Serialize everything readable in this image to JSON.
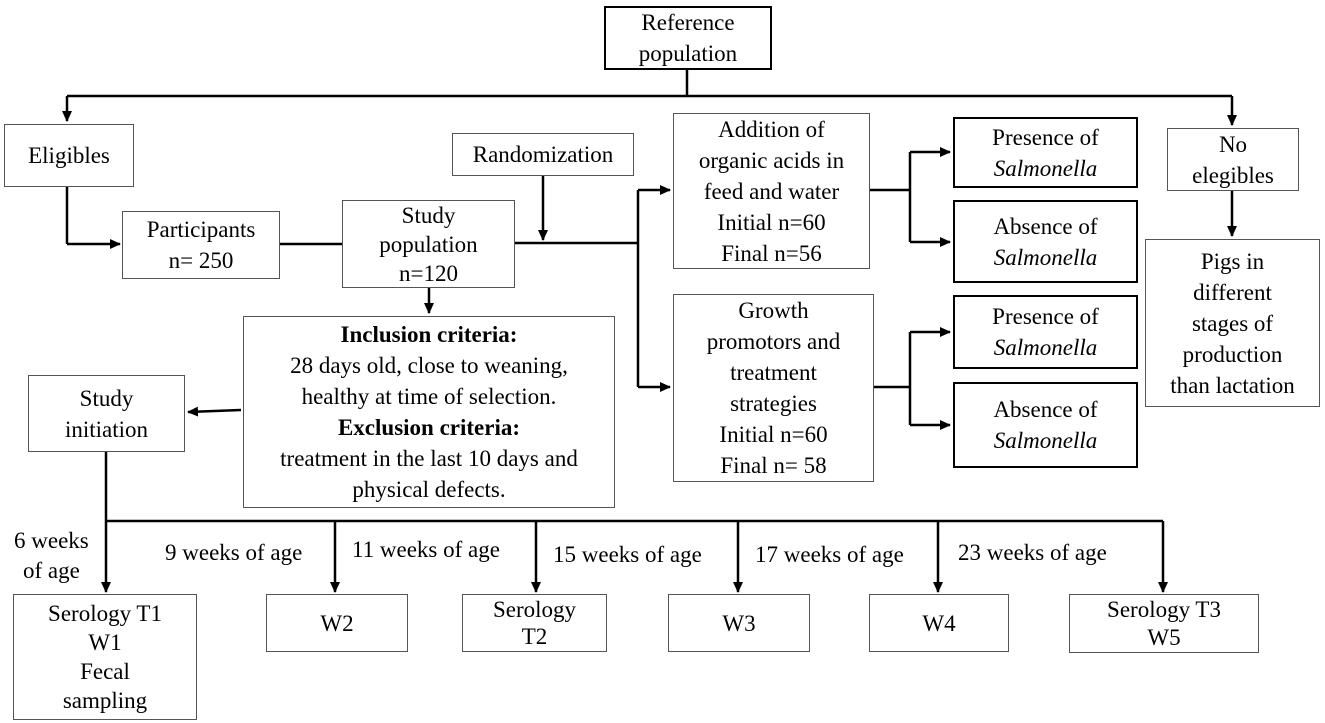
{
  "diagram": {
    "reference": {
      "line1": "Reference",
      "line2": "population"
    },
    "eligibles": "Eligibles",
    "no_eligibles": {
      "line1": "No",
      "line2": "elegibles"
    },
    "randomization": "Randomization",
    "participants": {
      "line1": "Participants",
      "line2": "n= 250"
    },
    "study_population": {
      "line1": "Study",
      "line2": "population",
      "line3": "n=120"
    },
    "criteria": {
      "inclusion_title": "Inclusion criteria:",
      "inclusion_line1": "28 days old, close to weaning,",
      "inclusion_line2": "healthy at time of selection.",
      "exclusion_title": "Exclusion criteria:",
      "exclusion_line1": "treatment in the last 10 days and",
      "exclusion_line2": "physical defects."
    },
    "study_initiation": {
      "line1": "Study",
      "line2": "initiation"
    },
    "organic_acids": {
      "line1": "Addition of",
      "line2": "organic acids in",
      "line3": "feed and water",
      "line4": "Initial n=60",
      "line5": "Final n=56"
    },
    "growth_promotors": {
      "line1": "Growth",
      "line2": "promotors and",
      "line3": "treatment",
      "line4": "strategies",
      "line5": "Initial n=60",
      "line6": "Final n= 58"
    },
    "outcomes": {
      "presence": "Presence of",
      "absence": "Absence of",
      "organism": "Salmonella"
    },
    "pigs_box": {
      "line1": "Pigs in",
      "line2": "different",
      "line3": "stages of",
      "line4": "production",
      "line5": "than lactation"
    },
    "timeline": {
      "week6": {
        "line1": "6 weeks",
        "line2": "of age"
      },
      "week9": "9 weeks of age",
      "week11": "11 weeks of age",
      "week15": "15 weeks of age",
      "week17": "17 weeks of age",
      "week23": "23 weeks of age"
    },
    "samples": {
      "s1": {
        "line1": "Serology T1",
        "line2": "W1",
        "line3": "Fecal",
        "line4": "sampling"
      },
      "s2": "W2",
      "s3": {
        "line1": "Serology",
        "line2": "T2"
      },
      "s4": "W3",
      "s5": "W4",
      "s6": {
        "line1": "Serology T3",
        "line2": "W5"
      }
    }
  }
}
